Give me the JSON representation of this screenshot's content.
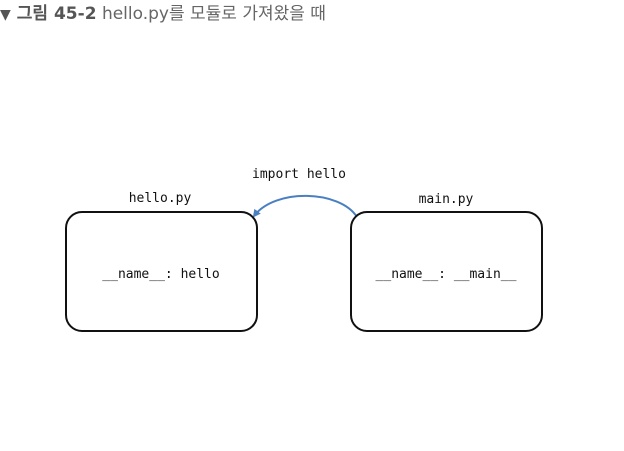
{
  "caption": {
    "marker": "▼",
    "figure_label": "그림 45-2",
    "figure_title": "hello.py를 모듈로 가져왔을 때"
  },
  "diagram": {
    "nodes": [
      {
        "id": "hello",
        "title": "hello.py",
        "content": "__name__: hello"
      },
      {
        "id": "main",
        "title": "main.py",
        "content": "__name__: __main__"
      }
    ],
    "edges": [
      {
        "from": "main",
        "to": "hello",
        "label": "import hello",
        "color": "#4a7fc1"
      }
    ]
  }
}
